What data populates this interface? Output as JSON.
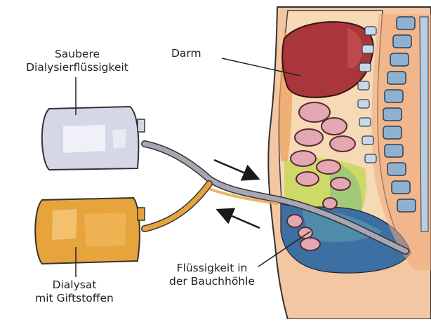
{
  "labels": {
    "clean_fluid_line1": "Saubere",
    "clean_fluid_line2": "Dialysierflüssigkeit",
    "intestine": "Darm",
    "cavity_line1": "Flüssigkeit in",
    "cavity_line2": "der Bauchhöhle",
    "dialysate_line1": "Dialysat",
    "dialysate_line2": "mit Giftstoffen"
  },
  "colors": {
    "clean_bag": "#d5d7e6",
    "used_bag": "#e7a33c",
    "tube": "#a8a6b2",
    "skin": "#f3c7a2",
    "liver": "#a8363a",
    "spine": "#8fb1cf",
    "peritoneal_fluid": "#3d6fa3",
    "arrow": "#1a1a1a"
  },
  "icons": [
    "clean-fluid-bag",
    "used-dialysate-bag",
    "inflow-arrow",
    "outflow-arrow",
    "torso-cross-section"
  ]
}
